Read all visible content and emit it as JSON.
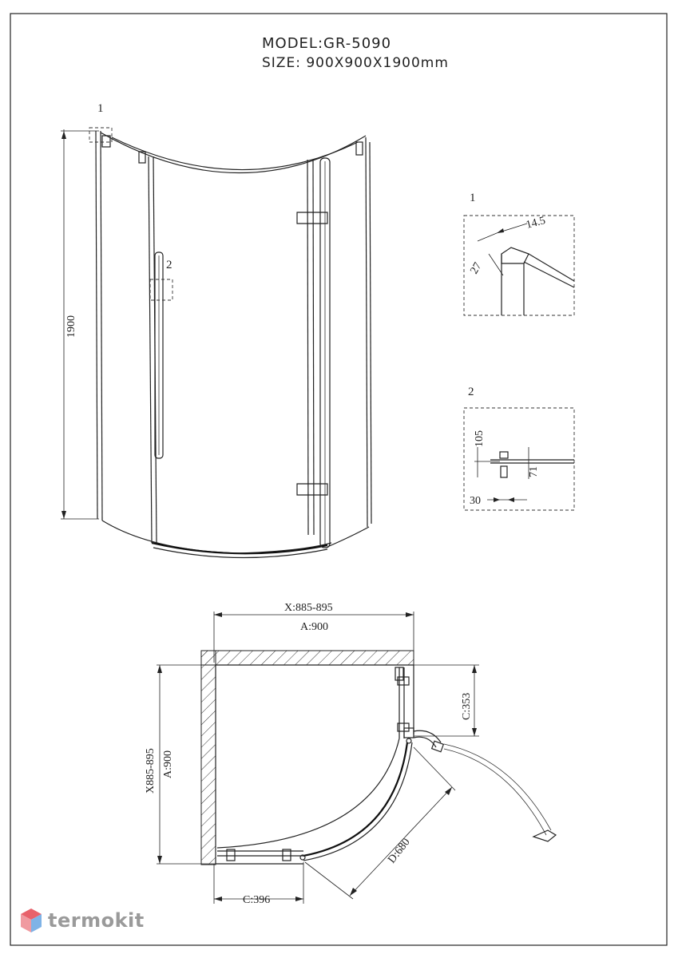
{
  "header": {
    "model": "MODEL:GR-5090",
    "size": "SIZE: 900X900X1900mm"
  },
  "front_view": {
    "height_label": "1900",
    "callout_1": "1",
    "callout_2": "2"
  },
  "detail_1": {
    "title": "1",
    "dim_a": "14.5",
    "dim_b": "27"
  },
  "detail_2": {
    "title": "2",
    "dim_a": "105",
    "dim_b": "71",
    "dim_c": "30"
  },
  "plan_view": {
    "width_range": "X:885-895",
    "width_nominal": "A:900",
    "depth_range": "X885-895",
    "depth_nominal": "A:900",
    "dim_c_side": "C:353",
    "dim_c_bottom": "C:396",
    "dim_d": "D:680"
  },
  "logo": {
    "text": "termokit",
    "colors": [
      "#e8626b",
      "#7fb3e6",
      "#9a9a9a"
    ]
  }
}
